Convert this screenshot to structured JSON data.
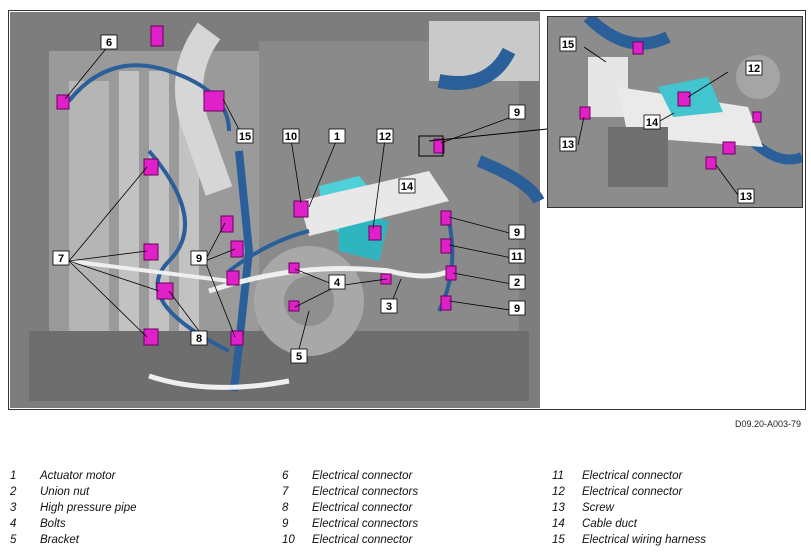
{
  "figure_code": "D09.20-A003-79",
  "callouts_main": [
    "6",
    "15",
    "10",
    "1",
    "12",
    "9",
    "14",
    "7",
    "9",
    "9",
    "11",
    "4",
    "2",
    "8",
    "3",
    "9",
    "5"
  ],
  "callouts_inset": [
    "15",
    "12",
    "14",
    "13",
    "13"
  ],
  "legend": [
    {
      "num": "1",
      "text": "Actuator motor"
    },
    {
      "num": "2",
      "text": "Union nut"
    },
    {
      "num": "3",
      "text": "High pressure pipe"
    },
    {
      "num": "4",
      "text": "Bolts"
    },
    {
      "num": "5",
      "text": "Bracket"
    },
    {
      "num": "6",
      "text": "Electrical connector"
    },
    {
      "num": "7",
      "text": "Electrical connectors"
    },
    {
      "num": "8",
      "text": "Electrical connector"
    },
    {
      "num": "9",
      "text": "Electrical connectors"
    },
    {
      "num": "10",
      "text": "Electrical connector"
    },
    {
      "num": "11",
      "text": "Electrical connector"
    },
    {
      "num": "12",
      "text": "Electrical connector"
    },
    {
      "num": "13",
      "text": "Screw"
    },
    {
      "num": "14",
      "text": "Cable duct"
    },
    {
      "num": "15",
      "text": "Electrical wiring harness"
    }
  ]
}
